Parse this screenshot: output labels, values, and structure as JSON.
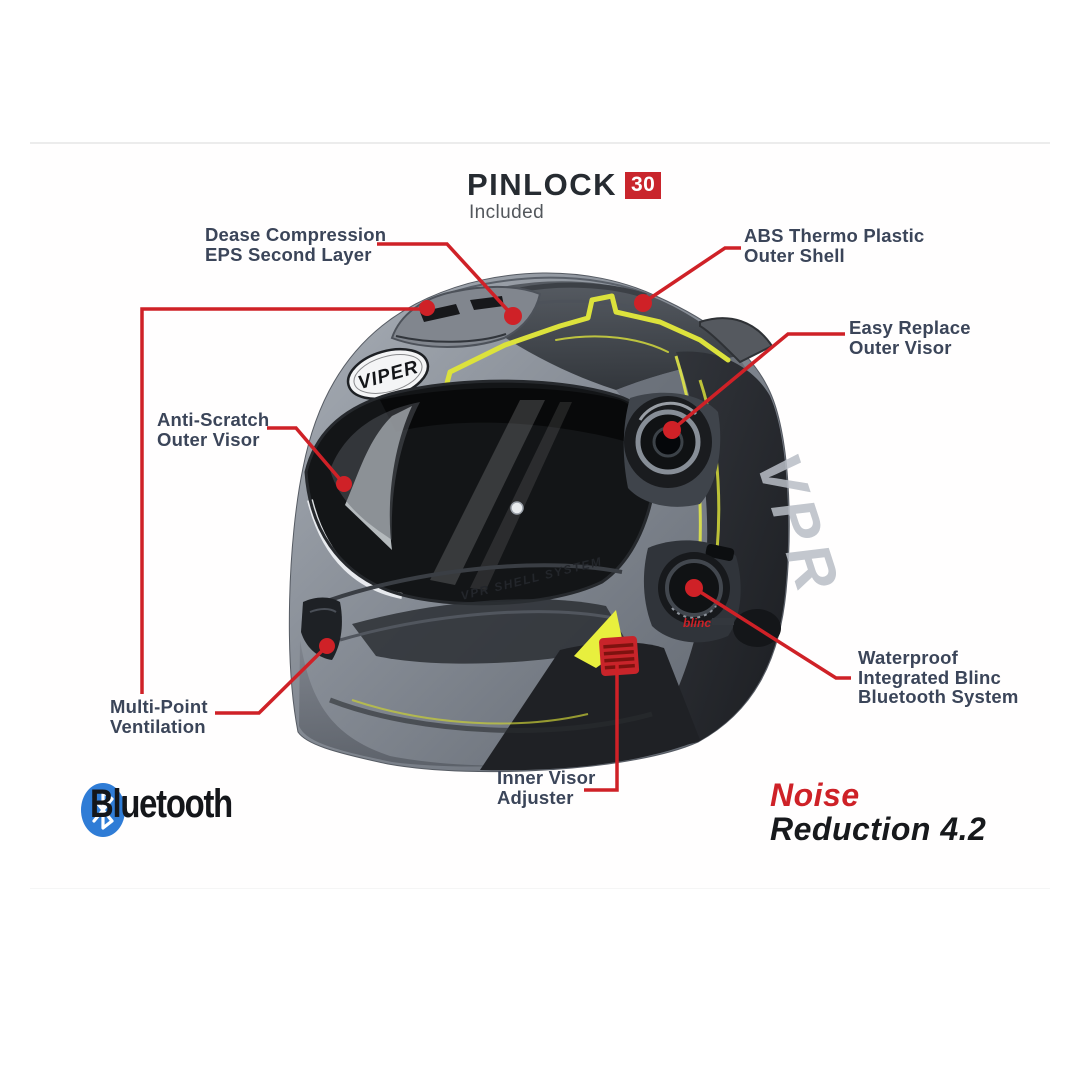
{
  "header": {
    "brand": "PINLOCK",
    "badge": "30",
    "subtitle": "Included"
  },
  "callouts": {
    "dease": {
      "lines": [
        "Dease Compression",
        "EPS Second Layer"
      ]
    },
    "abs": {
      "lines": [
        "ABS Thermo Plastic",
        "Outer Shell"
      ]
    },
    "easy": {
      "lines": [
        "Easy Replace",
        "Outer Visor"
      ]
    },
    "anti": {
      "lines": [
        "Anti-Scratch",
        "Outer Visor"
      ]
    },
    "multi": {
      "lines": [
        "Multi-Point",
        "Ventilation"
      ]
    },
    "waterproof": {
      "lines": [
        "Waterproof",
        "Integrated Blinc",
        "Bluetooth System"
      ]
    },
    "inner": {
      "lines": [
        "Inner Visor",
        "Adjuster"
      ]
    }
  },
  "footer": {
    "bluetooth_label": "Bluetooth",
    "noise_word": "Noise",
    "reduction_word": "Reduction 4.2"
  },
  "helmet": {
    "logo_text": "VIPER",
    "side_text": "VPR",
    "chin_text": "VPR SHELL SYSTEM",
    "unit_text": "blinc"
  },
  "colors": {
    "leader_red": "#cf2127",
    "accent_yellow": "#dce23c",
    "bluetooth_blue": "#2f7cd6",
    "label_text": "#3b4559",
    "pinlock_badge_red": "#c9252c",
    "noise_red": "#ce2127",
    "shell_grey": "#868b94"
  }
}
